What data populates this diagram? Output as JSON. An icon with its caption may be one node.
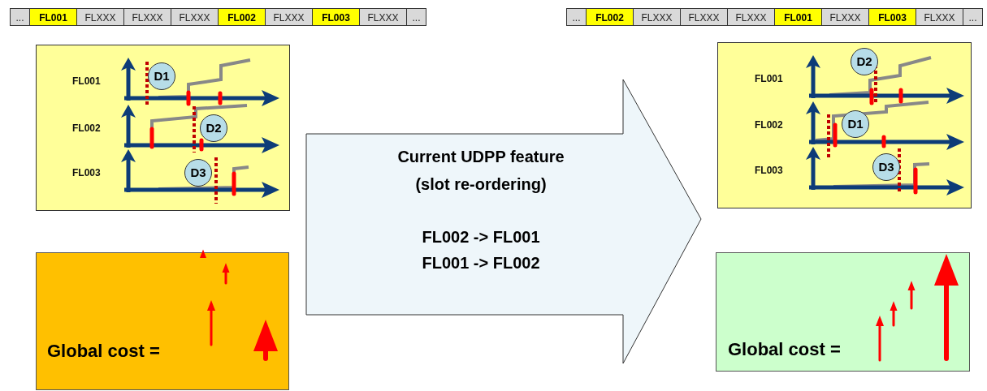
{
  "diagram": {
    "nodes": [
      {
        "text": [
          "FL001",
          "FL002",
          "FL003"
        ]
      },
      {
        "text": [
          "D1"
        ],
        "in": 0
      },
      {
        "text": [
          "D2"
        ],
        "in": 0
      },
      {
        "text": [
          "D3"
        ],
        "in": 0
      },
      {
        "text": [
          "Global cost ="
        ]
      },
      {
        "text": [
          "Current UDPP feature (slot re-ordering)",
          "FL002 -> FL001 FL001 -> FL002"
        ]
      },
      {
        "text": [
          "FL001",
          "FL002",
          "FL003"
        ]
      },
      {
        "text": [
          "D2"
        ],
        "in": 6
      },
      {
        "text": [
          "D1"
        ],
        "in": 6
      },
      {
        "text": [
          "D3"
        ],
        "in": 6
      },
      {
        "text": [
          "Global cost ="
        ]
      }
    ],
    "labels": [
      "...",
      "FL001",
      "FLXXX",
      "FLXXX",
      "FLXXX",
      "FL002",
      "FLXXX",
      "FL003",
      "FLXXX",
      "...",
      "...",
      "FL002",
      "FLXXX",
      "FLXXX",
      "FLXXX",
      "FL001",
      "FLXXX",
      "FL003",
      "FLXXX",
      "..."
    ]
  }
}
